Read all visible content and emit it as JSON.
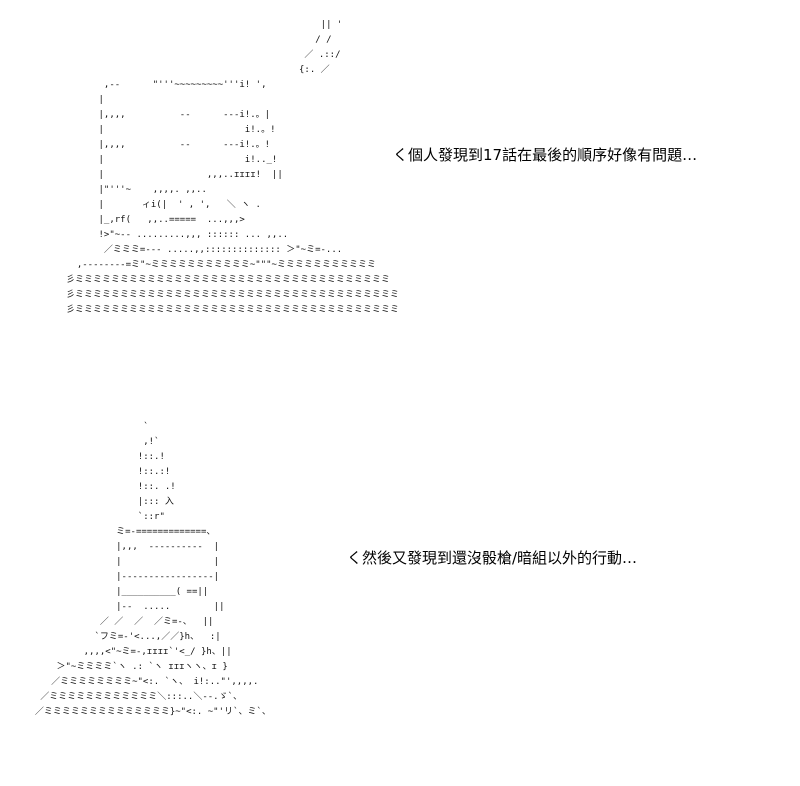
{
  "panels": [
    {
      "caption": "く個人發現到17話在最後的順序好像有問題…",
      "art": [
        "                                               || '",
        "                                              / /",
        "                                            ／ .::/",
        "                                           {:. ／",
        "       ,--      \"'''~~~~~~~~~'''i! ',",
        "      |        ",
        "      |,,,,          --      ---i!.。|",
        "      |                          i!.。!",
        "      |,,,,          --      ---i!.。!",
        "      |                          i!.._!",
        "      |                   ,,,..ɪɪɪɪ!  ||",
        "      |\"'''~    ,,,,. ,,..         ",
        "      |       ィi(|  ' , ',   ＼ ヽ .",
        "      |_,rf(   ,,..=====  ...,,,>",
        "      !>\"~-- .........,,, :::::: ... ,,..",
        "       ／ミミミ=--- .....,,:::::::::::::: ＞\"~ミ=-...",
        "  ,--------=ミ\"~ミミミミミミミミミミミ~\"\"\"~ミミミミミミミミミミミ",
        "彡ミミミミミミミミミミミミミミミミミミミミミミミミミミミミミミミミミミミ",
        "彡ミミミミミミミミミミミミミミミミミミミミミミミミミミミミミミミミミミミミ",
        "彡ミミミミミミミミミミミミミミミミミミミミミミミミミミミミミミミミミミミミ"
      ]
    },
    {
      "caption": "く然後又發現到還沒骰槍/暗組以外的行動…",
      "art": [
        "                      `",
        "                      ,!`",
        "                     !::.!",
        "                     !::.:!",
        "                     !::. .!",
        "                     |::: 入",
        "                     `::r\"",
        "                 ミ=-=============、",
        "                 |,,,  ----------  |",
        "                 |                 |",
        "                 |-----------------|",
        "                 |__________( ==||",
        "                 |--  .....        ||",
        "              ／ ／  ／  ／ミ=-、  ||",
        "             `フミ=-'<...,／／}h、  :|",
        "           ,,,,<\"~ミ=-,ɪɪɪɪ`'<_/ }h、||",
        "      ＞\"~ミミミミ`ヽ .: `ヽ ɪɪɪヽヽ、ɪ }",
        "     ／ミミミミミミミミ~\"<:. `ヽ、 i!:..\"',,,,.",
        "   ／ミミミミミミミミミミミミ＼:::..＼--.ゞ`、",
        "  ／ミミミミミミミミミミミミミミ}~\"<:. ~\"'リ`、ミ`、"
      ]
    }
  ]
}
